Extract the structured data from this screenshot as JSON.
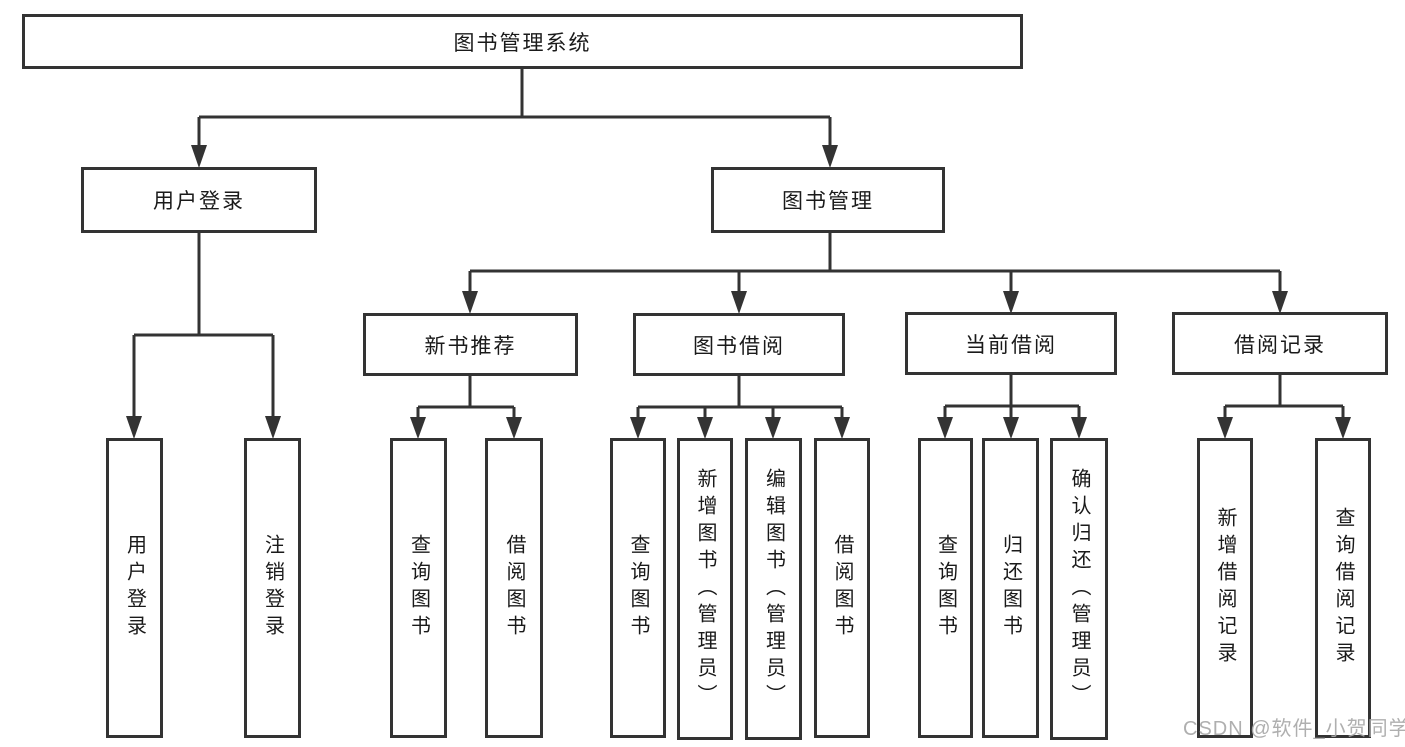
{
  "diagram": {
    "colors": {
      "line": "#333333",
      "box_border": "#333333",
      "box_background": "#ffffff",
      "text": "#1a1a1a",
      "watermark_text": "#a8a8a8"
    },
    "watermark": "CSDN @软件_小贺同学",
    "nodes": {
      "root": {
        "label": "图书管理系统"
      },
      "user_login": {
        "label": "用户登录"
      },
      "book_mgmt": {
        "label": "图书管理"
      },
      "new_book_rec": {
        "label": "新书推荐"
      },
      "book_borrow": {
        "label": "图书借阅"
      },
      "current_borrow": {
        "label": "当前借阅"
      },
      "borrow_record": {
        "label": "借阅记录"
      },
      "leaf_user_login": {
        "label": "用户登录"
      },
      "leaf_logout": {
        "label": "注销登录"
      },
      "leaf_rec_search_book": {
        "label": "查询图书"
      },
      "leaf_rec_borrow_book": {
        "label": "借阅图书"
      },
      "leaf_bb_search_book": {
        "label": "查询图书"
      },
      "leaf_bb_add_book": {
        "label": "新增图书（管理员）"
      },
      "leaf_bb_edit_book": {
        "label": "编辑图书（管理员）"
      },
      "leaf_bb_borrow_book": {
        "label": "借阅图书"
      },
      "leaf_cb_search_book": {
        "label": "查询图书"
      },
      "leaf_cb_return_book": {
        "label": "归还图书"
      },
      "leaf_cb_confirm_return": {
        "label": "确认归还（管理员）"
      },
      "leaf_br_add_record": {
        "label": "新增借阅记录"
      },
      "leaf_br_search_record": {
        "label": "查询借阅记录"
      }
    }
  }
}
